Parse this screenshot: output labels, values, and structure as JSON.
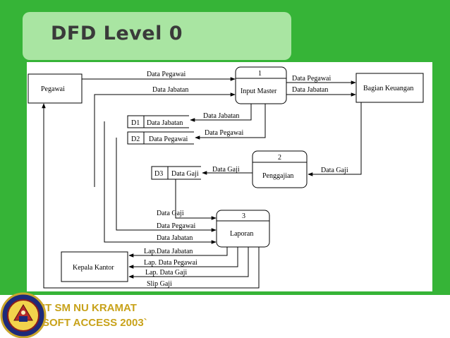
{
  "title": "DFD Level 0",
  "footer": {
    "line1": "IT SM NU KRAMAT",
    "line2": "SOFT ACCESS 2003`"
  },
  "entities": {
    "pegawai": "Pegawai",
    "bagian_keuangan": "Bagian Keuangan",
    "kepala_kantor": "Kepala Kantor"
  },
  "processes": [
    {
      "number": "1",
      "name": "Input Master"
    },
    {
      "number": "2",
      "name": "Penggajian"
    },
    {
      "number": "3",
      "name": "Laporan"
    }
  ],
  "stores": [
    {
      "id": "D1",
      "name": "Data Jabatan"
    },
    {
      "id": "D2",
      "name": "Data Pegawai"
    },
    {
      "id": "D3",
      "name": "Data Gaji"
    }
  ],
  "flows": {
    "pegawai_data_pegawai": "Data Pegawai",
    "pegawai_data_jabatan": "Data Jabatan",
    "keu_data_pegawai": "Data Pegawai",
    "keu_data_jabatan": "Data Jabatan",
    "to_d1_data_jabatan": "Data Jabatan",
    "to_d2_data_pegawai": "Data Pegawai",
    "to_d3_data_gaji": "Data Gaji",
    "keu_data_gaji": "Data Gaji",
    "lap_data_gaji": "Data  Gaji",
    "lap_data_pegawai": "Data Pegawai",
    "lap_data_jabatan": "Data Jabatan",
    "out_lap_jabatan": "Lap.Data Jabatan",
    "out_lap_pegawai": "Lap. Data Pegawai",
    "out_lap_gaji": "Lap.  Data Gaji",
    "out_slip_gaji": "Slip Gaji"
  }
}
